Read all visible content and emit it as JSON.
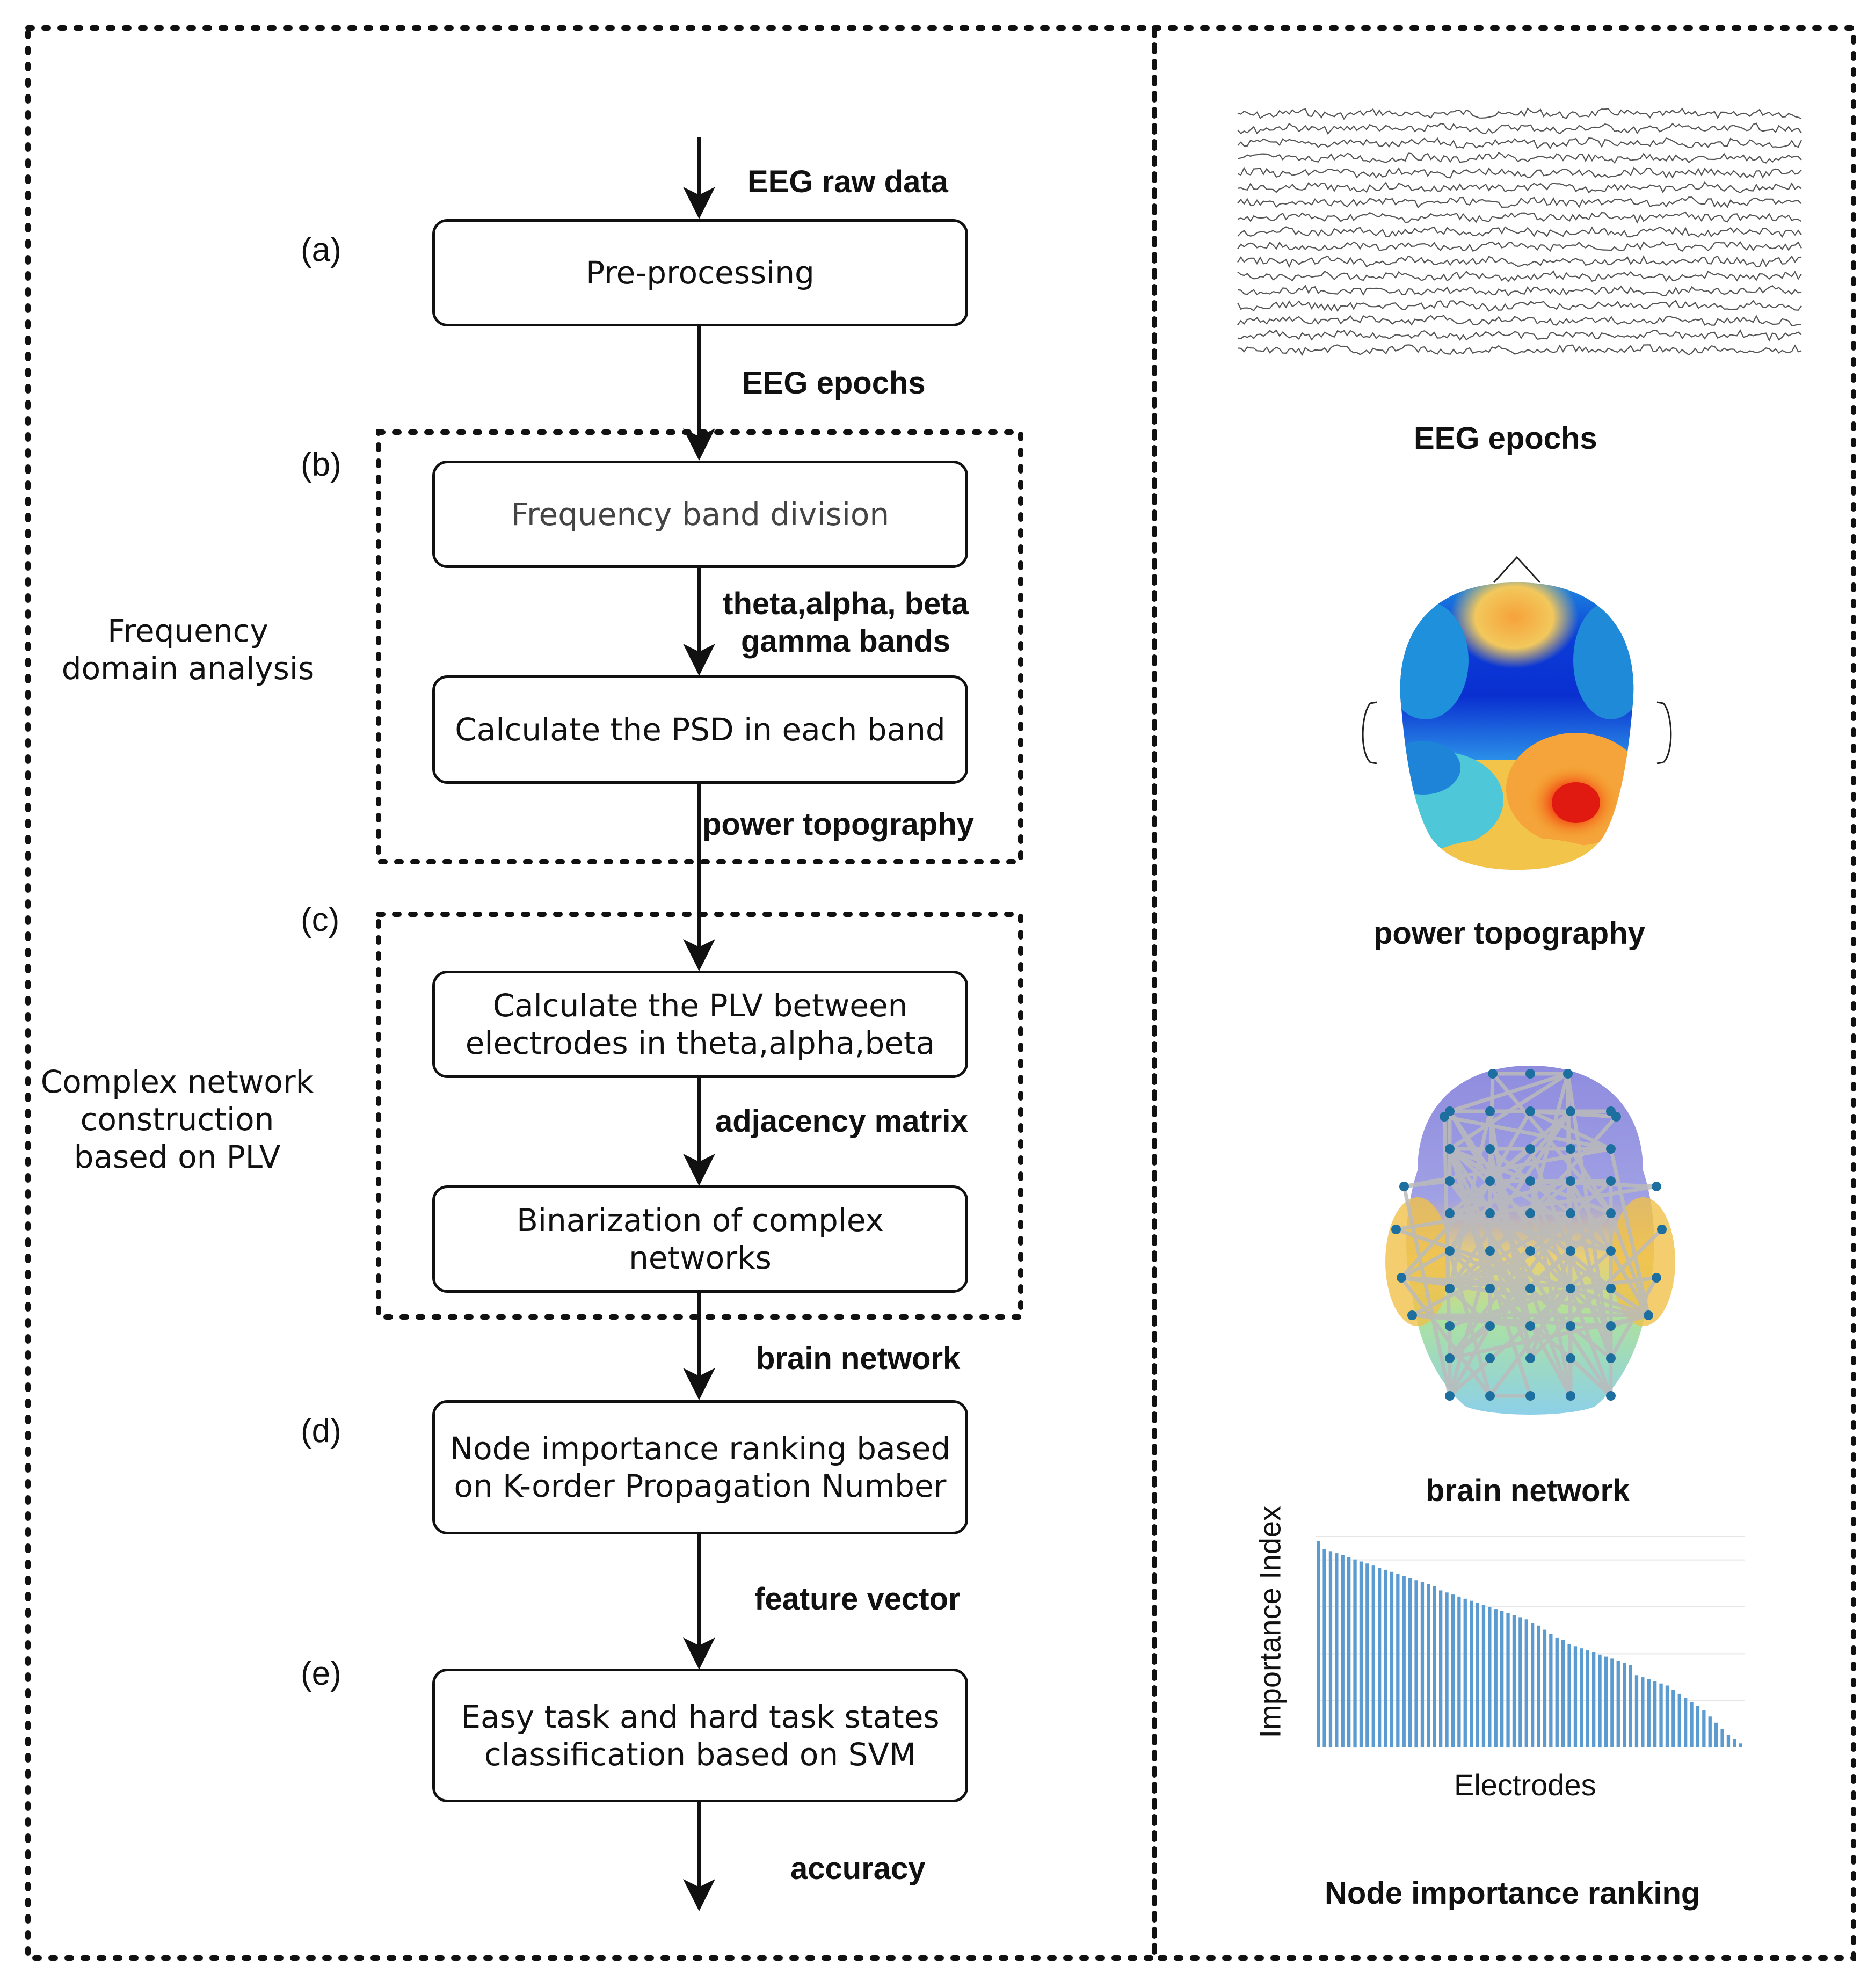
{
  "flow": {
    "input_label": "EEG raw data",
    "steps": [
      {
        "letter": "(a)",
        "label": "Pre-processing",
        "output": "EEG epochs"
      },
      {
        "letter": "(b)",
        "label": "Frequency band division",
        "output": "theta,alpha, beta\ngamma bands"
      },
      {
        "label": "Calculate the PSD in each band",
        "output": "power topography"
      },
      {
        "letter": "(c)",
        "label": "Calculate the PLV between\nelectrodes in theta,alpha,beta",
        "output": "adjacency matrix"
      },
      {
        "label": "Binarization of complex\nnetworks",
        "output": "brain network"
      },
      {
        "letter": "(d)",
        "label": "Node importance ranking based\non K-order Propagation Number",
        "output": "feature vector"
      },
      {
        "letter": "(e)",
        "label": "Easy task and hard task states\nclassification based on SVM",
        "output": "accuracy"
      }
    ],
    "groups": {
      "frequency": "Frequency\ndomain analysis",
      "network": "Complex network\nconstruction\nbased on PLV"
    }
  },
  "panels": {
    "eeg": {
      "caption": "EEG epochs"
    },
    "topography": {
      "caption": "power topography"
    },
    "brain": {
      "caption": "brain network"
    },
    "ranking": {
      "caption": "Node importance ranking",
      "ylabel": "Importance Index",
      "xlabel": "Electrodes"
    }
  },
  "chart_data": {
    "type": "bar",
    "xlabel": "Electrodes",
    "ylabel": "Importance Index",
    "values": [
      1.0,
      0.96,
      0.95,
      0.94,
      0.93,
      0.92,
      0.91,
      0.9,
      0.89,
      0.88,
      0.87,
      0.86,
      0.85,
      0.84,
      0.83,
      0.82,
      0.81,
      0.8,
      0.79,
      0.78,
      0.76,
      0.75,
      0.74,
      0.73,
      0.72,
      0.71,
      0.7,
      0.69,
      0.68,
      0.67,
      0.66,
      0.65,
      0.64,
      0.63,
      0.62,
      0.6,
      0.59,
      0.57,
      0.55,
      0.53,
      0.52,
      0.5,
      0.49,
      0.48,
      0.47,
      0.46,
      0.45,
      0.44,
      0.43,
      0.42,
      0.41,
      0.4,
      0.35,
      0.34,
      0.33,
      0.32,
      0.31,
      0.3,
      0.28,
      0.26,
      0.24,
      0.22,
      0.2,
      0.18,
      0.15,
      0.12,
      0.09,
      0.06,
      0.04,
      0.02
    ]
  }
}
